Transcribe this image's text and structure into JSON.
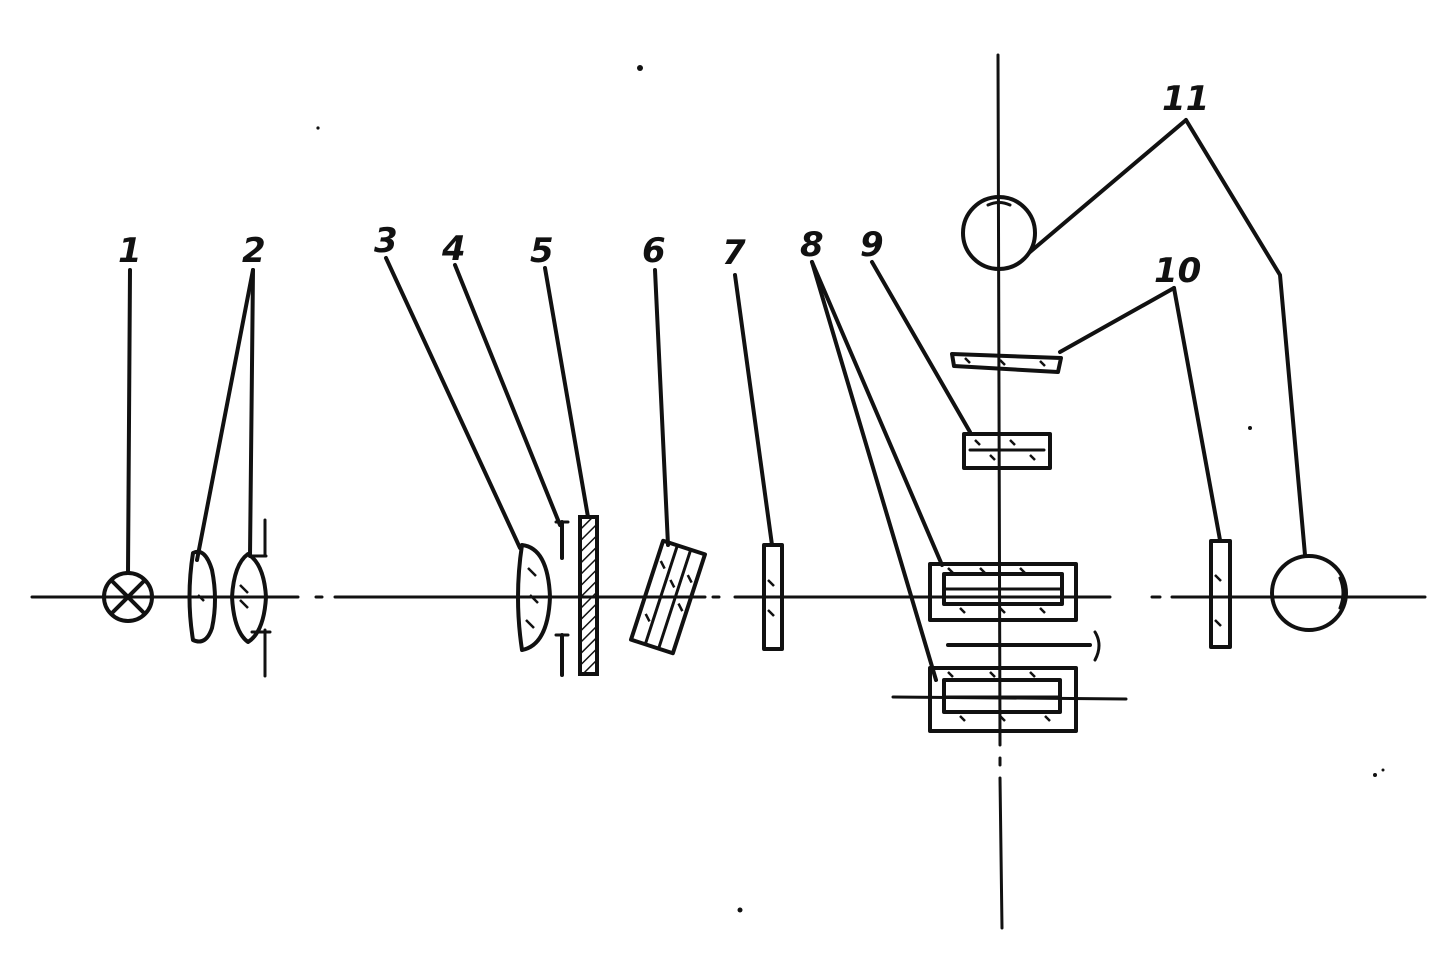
{
  "diagram": {
    "labels": [
      {
        "id": "label-1",
        "text": "1"
      },
      {
        "id": "label-2",
        "text": "2"
      },
      {
        "id": "label-3",
        "text": "3"
      },
      {
        "id": "label-4",
        "text": "4"
      },
      {
        "id": "label-5",
        "text": "5"
      },
      {
        "id": "label-6",
        "text": "6"
      },
      {
        "id": "label-7",
        "text": "7"
      },
      {
        "id": "label-8",
        "text": "8"
      },
      {
        "id": "label-9",
        "text": "9"
      },
      {
        "id": "label-10",
        "text": "10"
      },
      {
        "id": "label-11",
        "text": "11"
      }
    ],
    "components": [
      "lamp",
      "condenser-lenses",
      "lens",
      "diaphragm",
      "hatched-plate",
      "tilted-plate",
      "plate",
      "prism-cells",
      "small-cell",
      "filter-plates",
      "detectors"
    ],
    "colors": {
      "ink": "#111111",
      "paper": "#ffffff"
    }
  }
}
